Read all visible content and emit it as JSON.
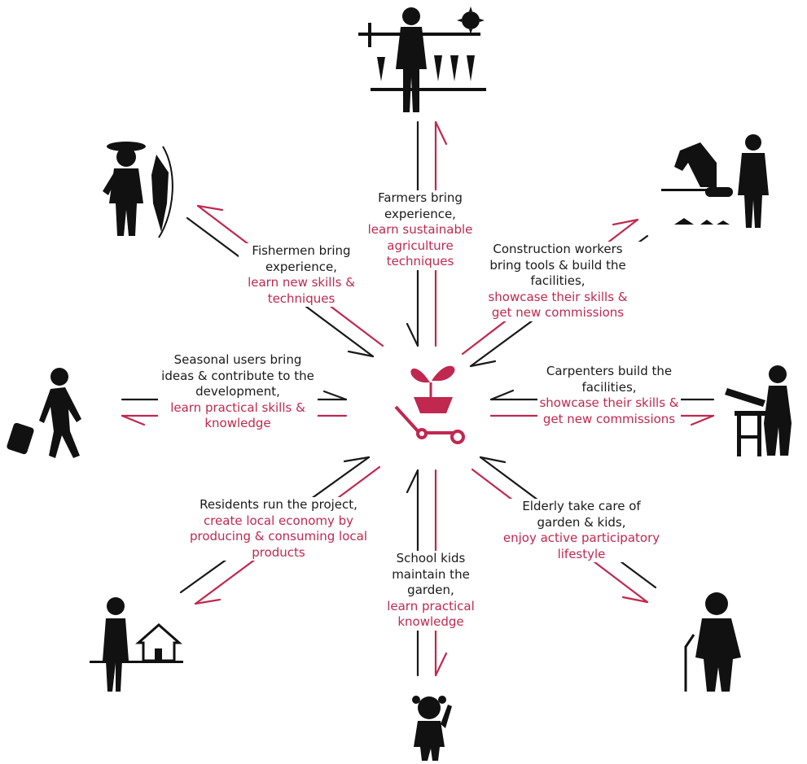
{
  "colors": {
    "give": "#1a1a1a",
    "learn": "#c0284f",
    "icon": "#111111"
  },
  "center": {
    "icon": "wheelbarrow-sprout-icon"
  },
  "stakeholders": {
    "farmers": {
      "icon": "farmer-icon",
      "give": "Farmers bring experience,",
      "learn": "learn sustainable agriculture techniques"
    },
    "fishermen": {
      "icon": "fisherman-icon",
      "give": "Fishermen bring experience,",
      "learn": "learn new skills & techniques"
    },
    "construction": {
      "icon": "construction-worker-icon",
      "give": "Construction workers bring tools & build the facilities,",
      "learn": "showcase their skills & get new commissions"
    },
    "seasonal": {
      "icon": "traveler-icon",
      "give": "Seasonal users bring ideas & contribute to the development,",
      "learn": "learn practical skills & knowledge"
    },
    "carpenters": {
      "icon": "carpenter-icon",
      "give": "Carpenters build the facilities,",
      "learn": "showcase their skills & get new commissions"
    },
    "residents": {
      "icon": "resident-house-icon",
      "give": "Residents run the project,",
      "learn": "create local economy by producing & consuming local products"
    },
    "kids": {
      "icon": "school-kid-icon",
      "give": "School kids maintain the garden,",
      "learn": "learn practical knowledge"
    },
    "elderly": {
      "icon": "elderly-woman-icon",
      "give": "Elderly take care of garden & kids,",
      "learn": "enjoy active participatory lifestyle"
    }
  }
}
